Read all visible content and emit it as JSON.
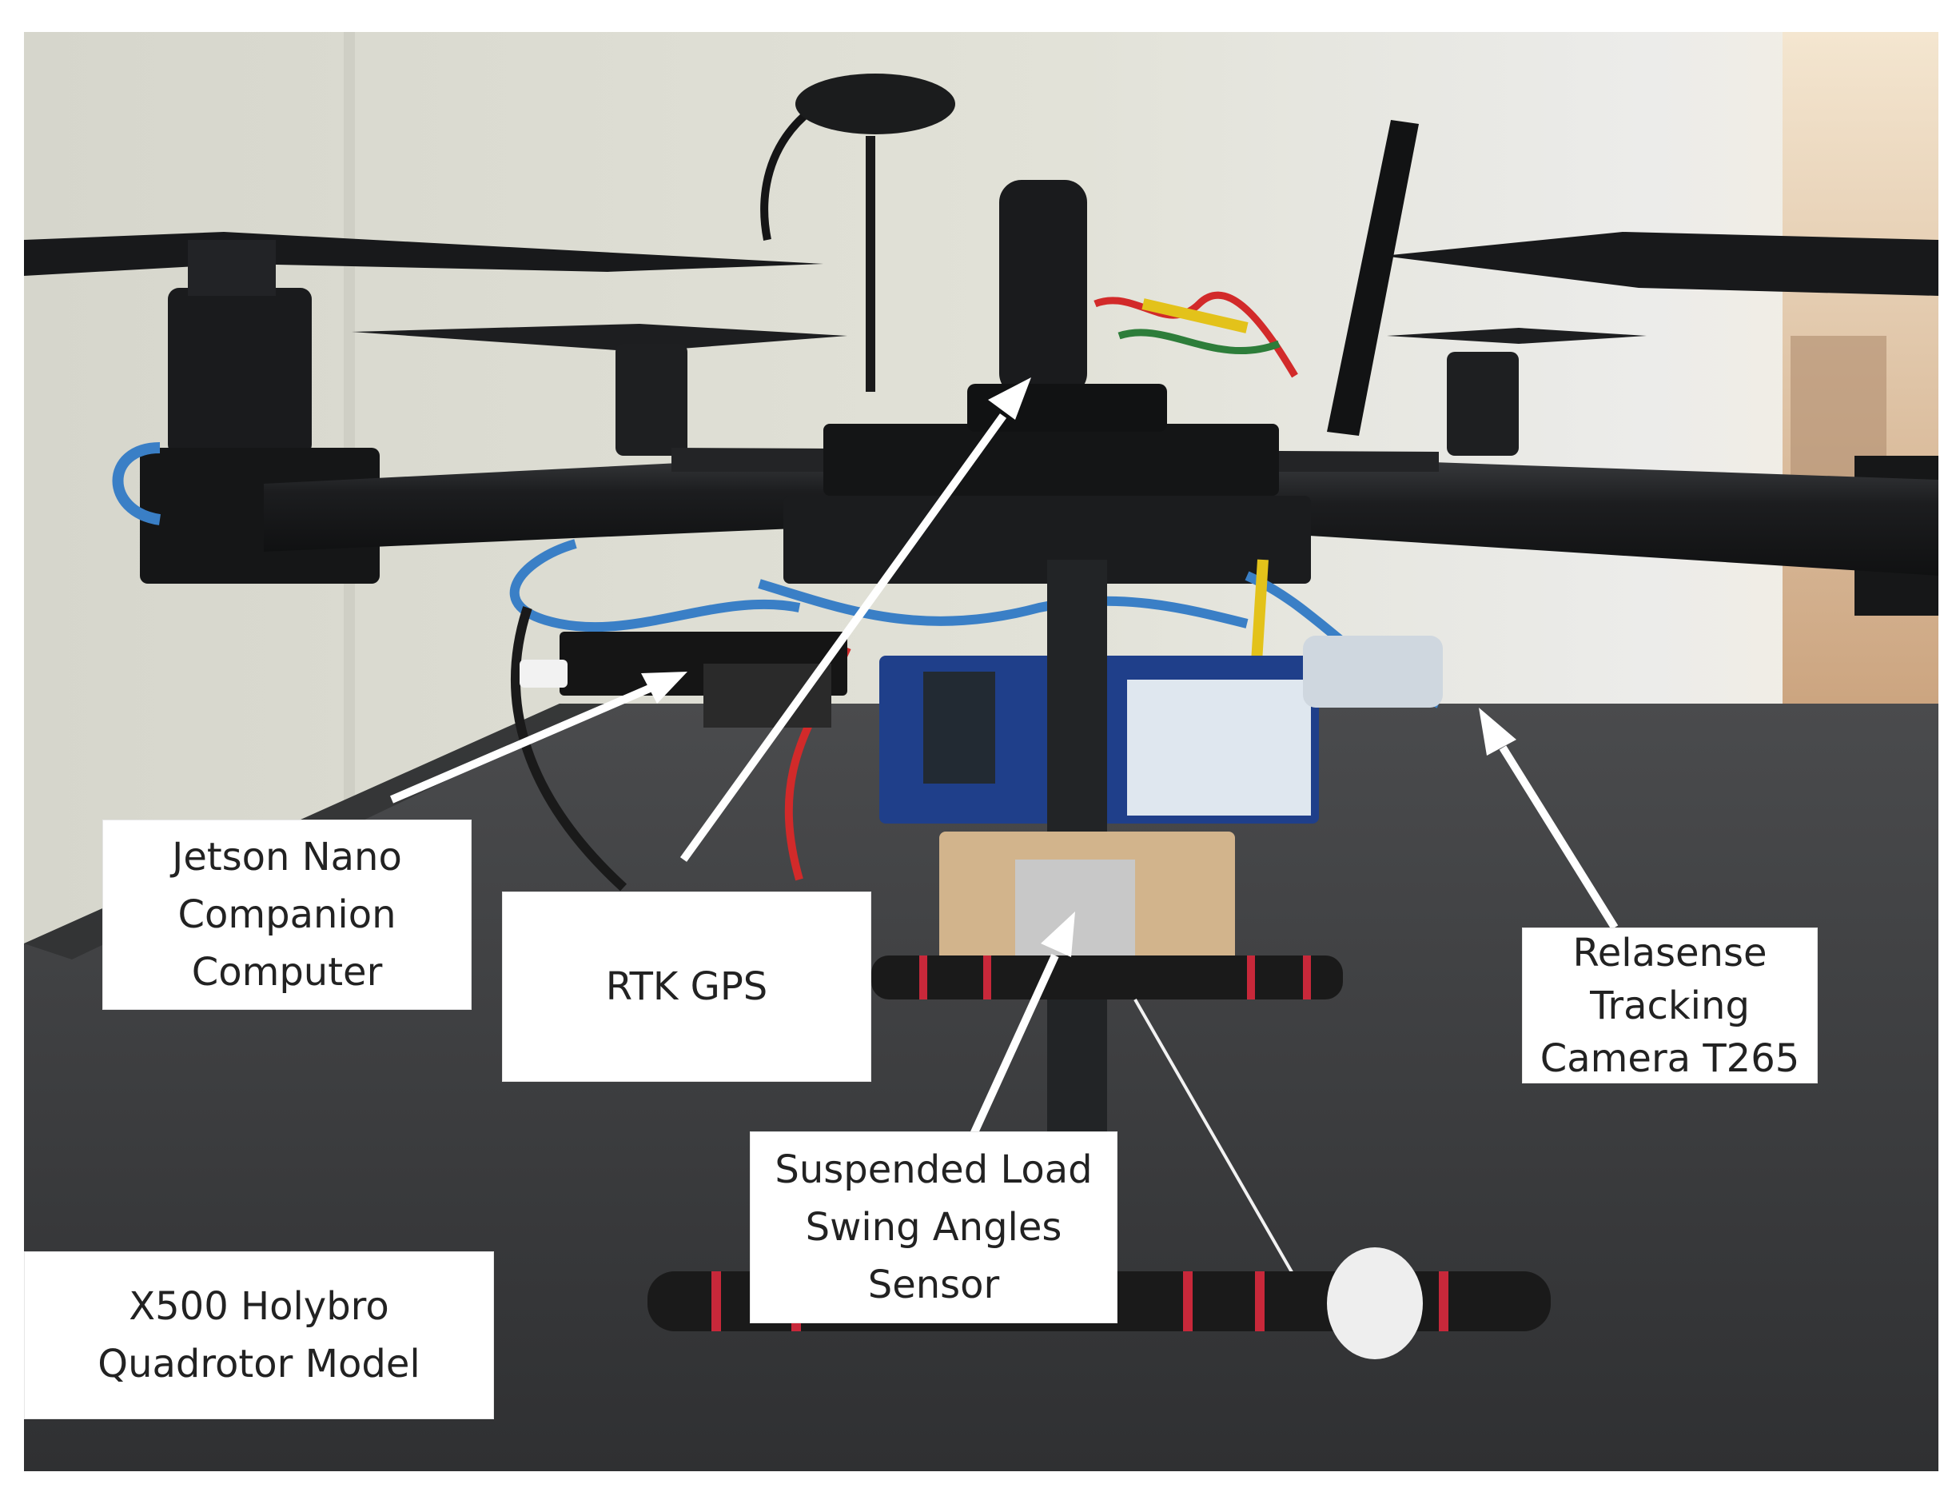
{
  "labels": {
    "jetson": [
      "Jetson Nano",
      "Companion",
      "Computer"
    ],
    "rtk": [
      "RTK GPS"
    ],
    "realsense": [
      "Relasense",
      "Tracking",
      "Camera T265"
    ],
    "load_sensor": [
      "Suspended Load",
      "Swing Angles",
      "Sensor"
    ],
    "model": [
      "X500 Holybro",
      "Quadrotor Model"
    ]
  },
  "colors": {
    "wall": "#dcdcd2",
    "table": "#3a3b3c",
    "carbon": "#202224",
    "wire_blue": "#3a7fc6",
    "wire_red": "#d22a2a",
    "wire_yellow": "#e3c21a",
    "arrow": "#ffffff"
  }
}
